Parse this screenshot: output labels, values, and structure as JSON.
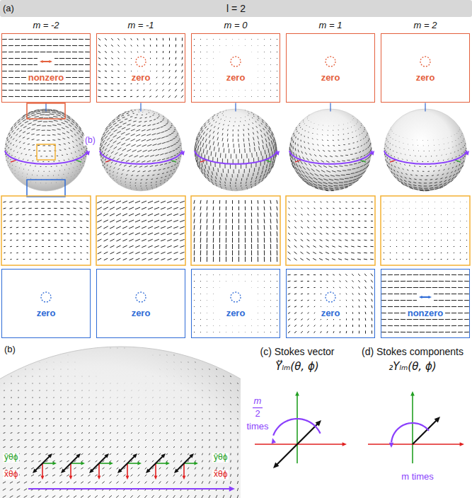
{
  "diagram": {
    "nodes": [
      {
        "text": [
          "l = 2"
        ]
      },
      {
        "text": [
          "nonzero"
        ]
      },
      {
        "text": [
          "zero"
        ]
      },
      {
        "text": [
          "zero"
        ]
      },
      {
        "text": [
          "zero"
        ]
      },
      {
        "text": [
          "zero"
        ]
      },
      {
        "text": [
          "zero"
        ]
      },
      {
        "text": [
          "zero"
        ]
      },
      {
        "text": [
          "zero"
        ]
      },
      {
        "text": [
          "zero"
        ]
      },
      {
        "text": [
          "nonzero"
        ]
      }
    ],
    "labels": [
      "(a)",
      "m = -2",
      "m = -1",
      "m = 0",
      "m = 1",
      "m = 2",
      "(b)",
      "(b)",
      "ŷθϕ",
      "ŷθϕ",
      "x̂θϕ",
      "x̂θϕ",
      "(c) Stokes vector",
      "Y⃡ₗₘ(θ, ϕ)",
      "m",
      "2",
      "times",
      "(d) Stokes components",
      "₂Yₗₘ(θ, ϕ)",
      "m times"
    ]
  }
}
